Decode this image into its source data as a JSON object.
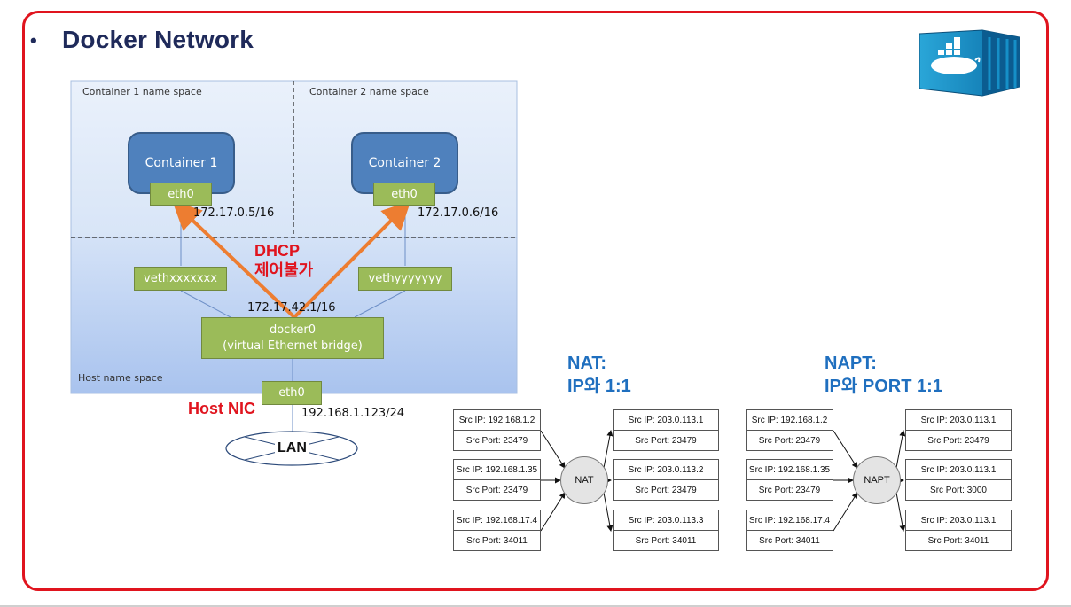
{
  "slide": {
    "bullet": "•",
    "title": "Docker Network"
  },
  "docker_diagram": {
    "container1_namespace": "Container 1 name space",
    "container2_namespace": "Container 2 name space",
    "host_namespace": "Host name space",
    "container1": "Container 1",
    "container2": "Container 2",
    "eth0_c1": "eth0",
    "eth0_c2": "eth0",
    "ip_c1": "172.17.0.5/16",
    "ip_c2": "172.17.0.6/16",
    "veth1": "vethxxxxxxx",
    "veth2": "vethyyyyyyy",
    "bridge_ip": "172.17.42.1/16",
    "bridge_line1": "docker0",
    "bridge_line2": "(virtual Ethernet bridge)",
    "host_eth0": "eth0",
    "host_ip": "192.168.1.123/24",
    "lan": "LAN"
  },
  "annotations": {
    "dhcp_line1": "DHCP",
    "dhcp_line2": "제어불가",
    "host_nic": "Host NIC",
    "nat_line1": "NAT:",
    "nat_line2": "IP와 1:1",
    "napt_line1": "NAPT:",
    "napt_line2": "IP와 PORT 1:1"
  },
  "nat_table": {
    "node": "NAT",
    "left": [
      {
        "ip": "Src IP: 192.168.1.2",
        "port": "Src Port: 23479"
      },
      {
        "ip": "Src IP: 192.168.1.35",
        "port": "Src Port: 23479"
      },
      {
        "ip": "Src IP: 192.168.17.4",
        "port": "Src Port: 34011"
      }
    ],
    "right": [
      {
        "ip": "Src IP: 203.0.113.1",
        "port": "Src Port: 23479"
      },
      {
        "ip": "Src IP: 203.0.113.2",
        "port": "Src Port: 23479"
      },
      {
        "ip": "Src IP: 203.0.113.3",
        "port": "Src Port: 34011"
      }
    ]
  },
  "napt_table": {
    "node": "NAPT",
    "left": [
      {
        "ip": "Src IP: 192.168.1.2",
        "port": "Src Port: 23479"
      },
      {
        "ip": "Src IP: 192.168.1.35",
        "port": "Src Port: 23479"
      },
      {
        "ip": "Src IP: 192.168.17.4",
        "port": "Src Port: 34011"
      }
    ],
    "right": [
      {
        "ip": "Src IP: 203.0.113.1",
        "port": "Src Port: 23479"
      },
      {
        "ip": "Src IP: 203.0.113.1",
        "port": "Src Port: 3000"
      },
      {
        "ip": "Src IP: 203.0.113.1",
        "port": "Src Port: 34011"
      }
    ]
  },
  "colors": {
    "frame": "#e0141e",
    "title": "#1f2a5a",
    "green": "#9bbb59",
    "container_blue": "#4f81bd",
    "arrow_orange": "#ed7d31",
    "nat_label_blue": "#1f6fbf"
  },
  "icons": {
    "logo": "docker-container-logo-icon"
  }
}
